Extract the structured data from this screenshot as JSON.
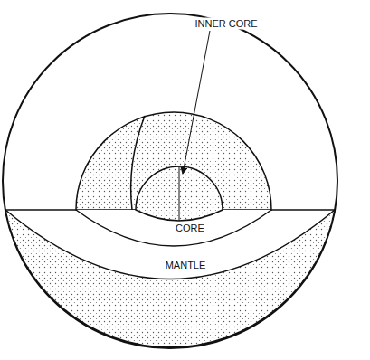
{
  "diagram": {
    "labels": [
      "INNER CORE",
      "CORE",
      "MANTLE"
    ]
  }
}
